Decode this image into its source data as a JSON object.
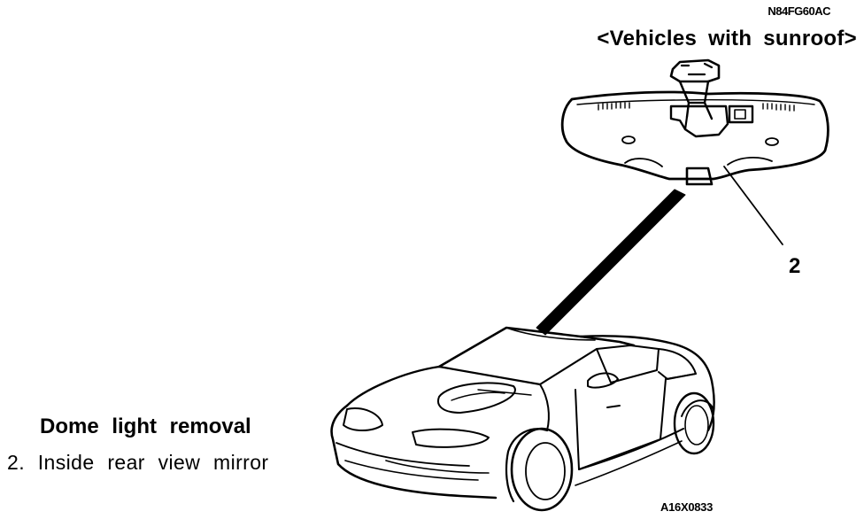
{
  "document": {
    "doc_code": "N84FG60AC",
    "variant_title": "<Vehicles with sunroof>",
    "figure_code": "A16X0833"
  },
  "figure": {
    "callout": {
      "number": "2"
    },
    "caption": {
      "title": "Dome light removal",
      "items": [
        {
          "label": "2. Inside rear view mirror"
        }
      ]
    },
    "icons": [
      "rear-view-mirror-icon",
      "car-illustration-icon",
      "pointer-arrow-icon"
    ],
    "colors": {
      "ink": "#000000",
      "paper": "#ffffff"
    }
  }
}
